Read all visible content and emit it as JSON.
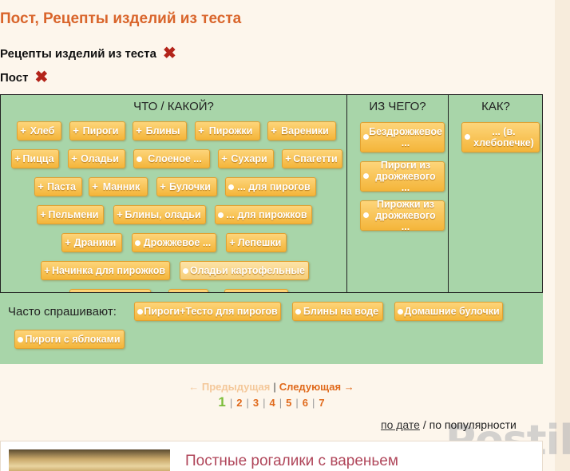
{
  "page": {
    "title": "Пост, Рецепты изделий из теста",
    "filters": [
      {
        "label": "Рецепты изделий из теста"
      },
      {
        "label": "Пост"
      }
    ]
  },
  "panel": {
    "columns": [
      {
        "header": "ЧТО / КАКОЙ?",
        "tags": [
          "Хлеб",
          "Пироги",
          "Блины",
          "Пирожки",
          "Вареники",
          "Пицца",
          "Оладьи",
          "Слоеное ...",
          "Сухари",
          "Спагетти",
          "Паста",
          "Манник",
          "Булочки",
          "... для пирогов",
          "Пельмени",
          "Блины, оладьи",
          "... для пирожков",
          "Драники",
          "Дрожжевое ...",
          "Лепешки",
          "Начинка для пирожков",
          "Оладьи картофельные"
        ]
      },
      {
        "header": "ИЗ ЧЕГО?",
        "tags": [
          "Бездрожжевое ...",
          "Пироги из дрожжевого ...",
          "Пирожки из дрожжевого ..."
        ]
      },
      {
        "header": "КАК?",
        "tags": [
          "... (в. хлебопечке)"
        ]
      }
    ],
    "faq": {
      "label": "Часто спрашивают:",
      "tags": [
        "Пироги+Тесто для пирогов",
        "Блины на воде",
        "Домашние булочки",
        "Пироги с яблоками"
      ]
    }
  },
  "pager": {
    "prev": "← Предыдущая",
    "next": "Следующая →",
    "pages": [
      "1",
      "2",
      "3",
      "4",
      "5",
      "6",
      "7"
    ]
  },
  "sort": {
    "by_date": "по дате",
    "separator": "/",
    "by_popularity": "по популярности"
  },
  "watermark": "Postila.ru",
  "card": {
    "title": "Постные рогалики с вареньем"
  },
  "colors": {
    "title": "#d9652b",
    "tag": "#f4b53a",
    "panel": "#a8d5a9",
    "remove": "#b3241a",
    "link": "#e06a1c"
  }
}
